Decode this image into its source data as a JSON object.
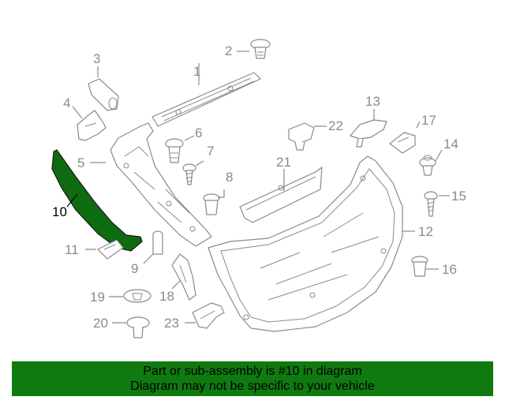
{
  "highlight_color": "#0f7a10",
  "diagram": {
    "highlighted_part": "10",
    "callouts": {
      "p1": "1",
      "p2": "2",
      "p3": "3",
      "p4": "4",
      "p5": "5",
      "p6": "6",
      "p7": "7",
      "p8": "8",
      "p9": "9",
      "p10": "10",
      "p11": "11",
      "p12": "12",
      "p13": "13",
      "p14": "14",
      "p15": "15",
      "p16": "16",
      "p17": "17",
      "p18": "18",
      "p19": "19",
      "p20": "20",
      "p21": "21",
      "p22": "22",
      "p23": "23"
    }
  },
  "banner": {
    "line1": "Part or sub-assembly is #10 in diagram",
    "line2": "Diagram may not be specific to your vehicle"
  }
}
